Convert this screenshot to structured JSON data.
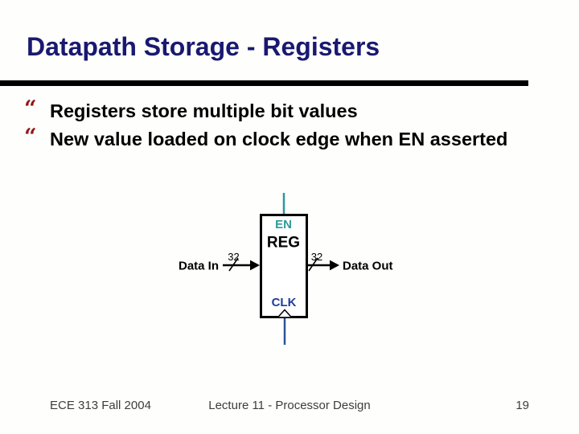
{
  "slide": {
    "title": "Datapath Storage - Registers",
    "bullets": [
      {
        "marker": "“",
        "text": "Registers store multiple bit values"
      },
      {
        "marker": "“",
        "text": "New value loaded on clock edge when EN asserted"
      }
    ],
    "footer": {
      "left": "ECE 313 Fall 2004",
      "center": "Lecture 11 - Processor Design",
      "page_number": "19"
    }
  },
  "diagram": {
    "block_label": "REG",
    "enable_label": "EN",
    "clock_label": "CLK",
    "input_label": "Data In",
    "output_label": "Data Out",
    "input_bus_width": "32",
    "output_bus_width": "32"
  },
  "colors": {
    "title": "#191970",
    "bullet_marker": "#911715",
    "body_text": "#000000",
    "enable_signal": "#2d9999",
    "clock_label": "#203c9b",
    "clock_line": "#2b5499",
    "rule": "#000000",
    "footer_text": "#3d3d3d",
    "background": "#fefefc"
  }
}
